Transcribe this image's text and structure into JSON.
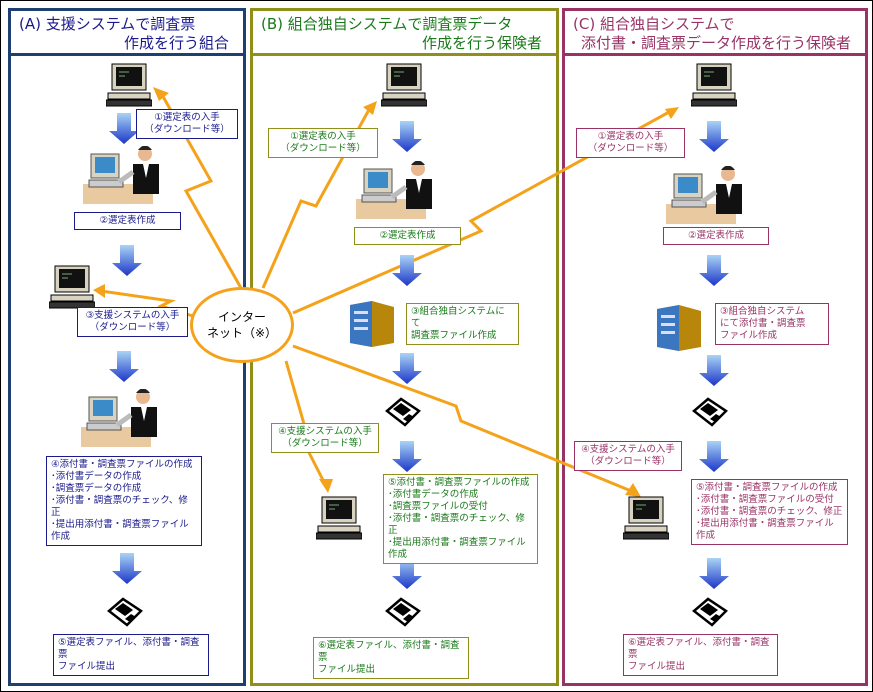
{
  "panels": {
    "a": {
      "title_line1": "(A) 支援システムで調査票",
      "title_line2": "作成を行う組合",
      "steps": [
        "①選定表の入手\n（ダウンロード等）",
        "②選定表作成",
        "③支援システムの入手\n（ダウンロード等）",
        "④添付書・調査票ファイルの作成\n ･添付書データの作成\n ･調査票データの作成\n ･添付書・調査票のチェック、修正\n ･提出用添付書・調査票ファイル\n  作成",
        "⑤選定表ファイル、添付書・調査票\n  ファイル提出"
      ]
    },
    "b": {
      "title_line1": "(B) 組合独自システムで調査票データ",
      "title_line2": "作成を行う保険者",
      "steps": [
        "①選定表の入手\n（ダウンロード等）",
        "②選定表作成",
        "③組合独自システムにて\n  調査票ファイル作成",
        "④支援システムの入手\n（ダウンロード等）",
        "⑤添付書・調査票ファイルの作成\n ･添付書データの作成\n ･調査票ファイルの受付\n ･添付書・調査票のチェック、修正\n ･提出用添付書・調査票ファイル\n  作成",
        "⑥選定表ファイル、添付書・調査票\n  ファイル提出"
      ]
    },
    "c": {
      "title_line1": "(C) 組合独自システムで",
      "title_line2": "添付書・調査票データ作成を行う保険者",
      "steps": [
        "①選定表の入手\n（ダウンロード等）",
        "②選定表作成",
        "③組合独自システム\n  にて添付書・調査票\n  ファイル作成",
        "④支援システムの入手\n（ダウンロード等）",
        "⑤添付書・調査票ファイルの作成\n ･添付書・調査票ファイルの受付\n ･添付書・調査票のチェック、修正\n ･提出用添付書・調査票ファイル\n  作成",
        "⑥選定表ファイル、添付書・調査票\n  ファイル提出"
      ]
    }
  },
  "internet": {
    "line1": "インター",
    "line2": "ネット（※）"
  },
  "colors": {
    "a": "#1f3f73",
    "b": "#8f8f1a",
    "c": "#993366",
    "link": "#f5a21b"
  }
}
